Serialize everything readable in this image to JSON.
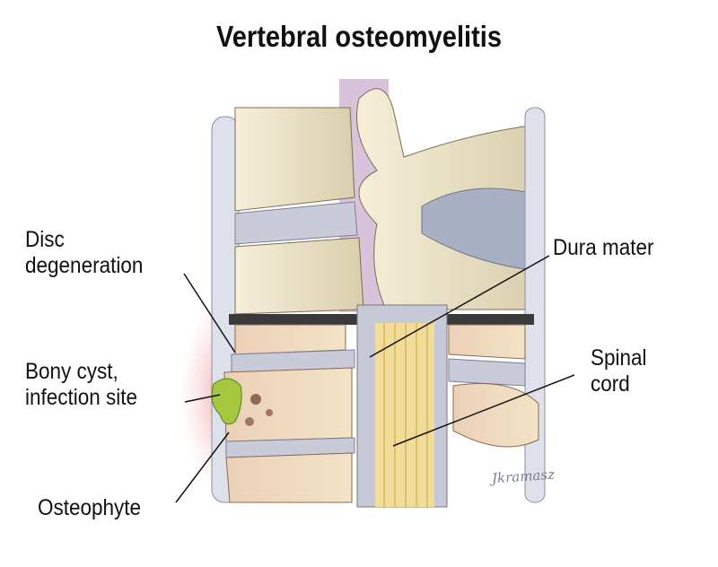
{
  "title": "Vertebral osteomyelitis",
  "labels": {
    "disc_degeneration": [
      "Disc",
      "degeneration"
    ],
    "bony_cyst": [
      "Bony cyst,",
      "infection site"
    ],
    "osteophyte": "Osteophyte",
    "dura_mater": "Dura mater",
    "spinal_cord": [
      "Spinal",
      "cord"
    ]
  },
  "signature": "Jkramasz",
  "colors": {
    "bone": "#efe6c8",
    "disc": "#c9ccd8",
    "cord": "#f2dc9a",
    "infection": "#9fc23a",
    "inflammation": "#e8a0a0"
  }
}
